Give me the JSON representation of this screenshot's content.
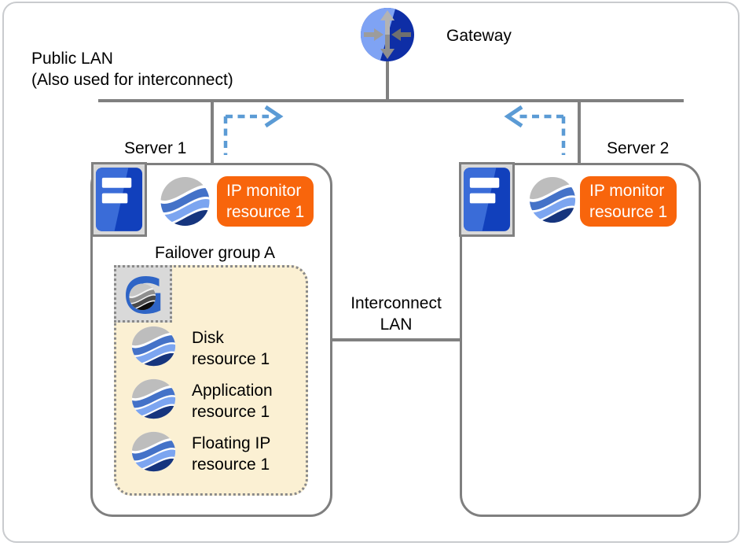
{
  "colors": {
    "accent-orange": "#F8650C",
    "line-gray": "#808080",
    "arrow-blue": "#5B9BD5",
    "group-fill": "#FBF0D3",
    "box-border": "#7F7F7F",
    "chip-fill": "#D9D9D9"
  },
  "header": {
    "gateway_label": "Gateway",
    "public_lan": [
      "Public LAN",
      "(Also used for interconnect)"
    ]
  },
  "lan": {
    "interconnect": [
      "Interconnect",
      "LAN"
    ]
  },
  "server1": {
    "name": "Server 1",
    "ip_monitor": [
      "IP monitor",
      "resource 1"
    ]
  },
  "server2": {
    "name": "Server 2",
    "ip_monitor": [
      "IP monitor",
      "resource 1"
    ]
  },
  "failover_group": {
    "title": "Failover group A",
    "resources": [
      {
        "line1": "Disk",
        "line2": "resource 1"
      },
      {
        "line1": "Application",
        "line2": "resource 1"
      },
      {
        "line1": "Floating IP",
        "line2": "resource 1"
      }
    ]
  },
  "icons": {
    "gateway": "router-gateway-icon",
    "server": "server-tower-icon",
    "resource": "wave-sphere-resource-icon",
    "group": "failover-group-g-icon",
    "arrow_right": "dashed-arrow-right-icon",
    "arrow_left": "dashed-arrow-left-icon"
  }
}
